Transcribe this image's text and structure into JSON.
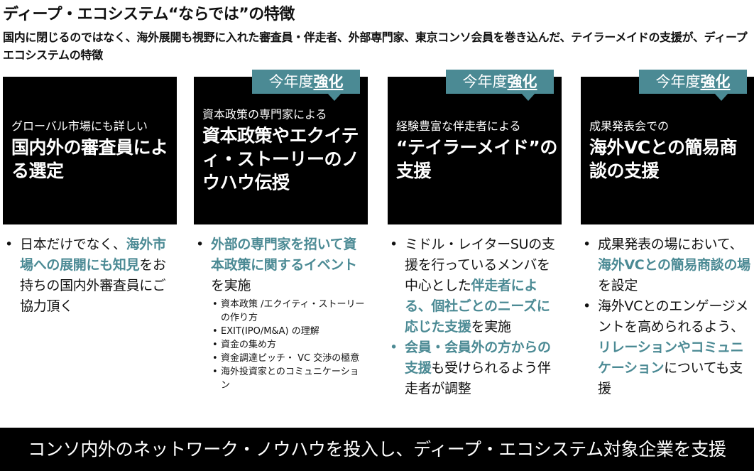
{
  "header": {
    "title": "ディープ・エコシステム“ならでは”の特徴",
    "subtitle": "国内に閉じるのではなく、海外展開も視野に入れた審査員・伴走者、外部専門家、東京コンソ会員を巻き込んだ、テイラーメイドの支援が、ディープエコシステムの特徴"
  },
  "badge": {
    "prefix": "今年度",
    "emph": "強化"
  },
  "columns": [
    {
      "box_small": "グローバル市場にも詳しい",
      "box_big": "国内外の審査員による選定",
      "bullets": [
        {
          "segments": [
            {
              "t": "日本だけでなく、",
              "h": false
            },
            {
              "t": "海外市場への展開にも知見",
              "h": true
            },
            {
              "t": "をお持ちの国内外審査員にご協力頂く",
              "h": false
            }
          ]
        }
      ]
    },
    {
      "box_small": "資本政策の専門家による",
      "box_big": "資本政策やエクイティ・ストーリーのノウハウ伝授",
      "bullets": [
        {
          "segments": [
            {
              "t": "外部の専門家を招いて資本政策に関するイベント",
              "h": true
            },
            {
              "t": "を実施",
              "h": false
            }
          ],
          "sub": [
            "資本政策 /エクイティ・ストーリーの作り方",
            "EXIT(IPO/M&A) の理解",
            "資金の集め方",
            "資金調達ピッチ・ VC 交渉の極意",
            "海外投資家とのコミュニケーション"
          ]
        }
      ]
    },
    {
      "box_small": "経験豊富な伴走者による",
      "box_big": "“テイラーメイド”の支援",
      "bullets": [
        {
          "segments": [
            {
              "t": "ミドル・レイターSUの支援を行っているメンバを中心とした",
              "h": false
            },
            {
              "t": "伴走者による、個社ごとのニーズに応じた支援",
              "h": true
            },
            {
              "t": "を実施",
              "h": false
            }
          ]
        },
        {
          "accent": true,
          "segments": [
            {
              "t": "会員・会員外の方からの支援",
              "h": true
            },
            {
              "t": "も受けられるよう伴走者が調整",
              "h": false
            }
          ]
        }
      ]
    },
    {
      "box_small": "成果発表会での",
      "box_big": "海外VCとの簡易商談の支援",
      "bullets": [
        {
          "segments": [
            {
              "t": "成果発表の場において、",
              "h": false
            },
            {
              "t": "海外VCとの簡易商談の場",
              "h": true
            },
            {
              "t": "を設定",
              "h": false
            }
          ]
        },
        {
          "segments": [
            {
              "t": "海外VCとのエンゲージメントを高められるよう、",
              "h": false
            },
            {
              "t": "リレーションやコミュニケーション",
              "h": true
            },
            {
              "t": "についても支援",
              "h": false
            }
          ]
        }
      ]
    }
  ],
  "footer": "コンソ内外のネットワーク・ノウハウを投入し、ディープ・エコシステム対象企業を支援",
  "colors": {
    "accent": "#4b8a94",
    "box": "#000000"
  }
}
